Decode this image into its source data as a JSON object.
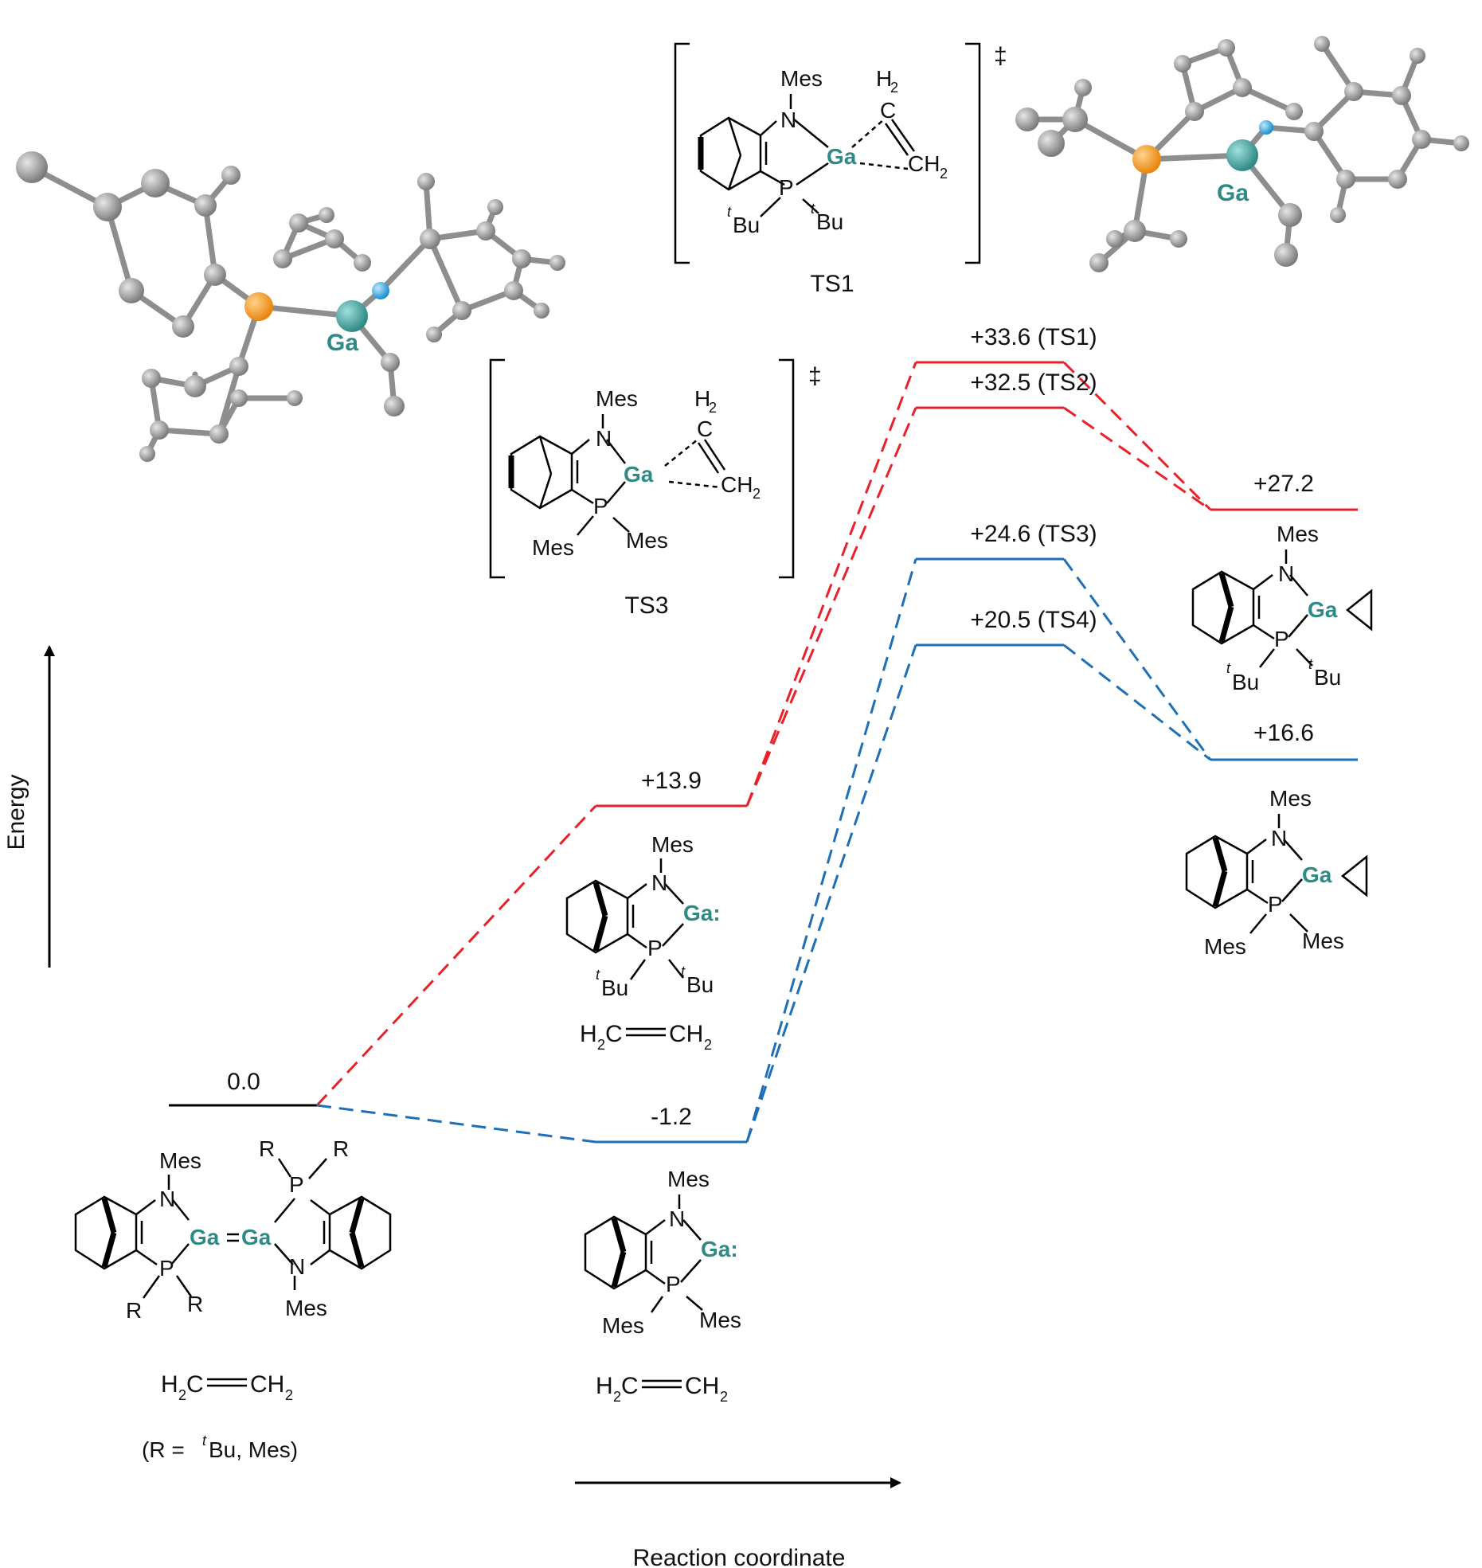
{
  "colors": {
    "red": "#e8212a",
    "blue": "#1f6fb7",
    "black": "#000000",
    "gallium": "#2f8a86",
    "phosphorus": "#f39c1b",
    "nitrogen": "#29a8e0",
    "carbon": "#9a9a9a"
  },
  "axes": {
    "y_label": "Energy",
    "x_label": "Reaction coordinate"
  },
  "levels": {
    "start": {
      "label": "0.0",
      "value": 0.0,
      "color": "black"
    },
    "red_int": {
      "label": "+13.9",
      "value": 13.9,
      "color": "red"
    },
    "blue_int": {
      "label": "-1.2",
      "value": -1.2,
      "color": "blue"
    },
    "ts1": {
      "label": "+33.6 (TS1)",
      "value": 33.6,
      "color": "red"
    },
    "ts2": {
      "label": "+32.5 (TS2)",
      "value": 32.5,
      "color": "red"
    },
    "ts3": {
      "label": "+24.6 (TS3)",
      "value": 24.6,
      "color": "blue"
    },
    "ts4": {
      "label": "+20.5 (TS4)",
      "value": 20.5,
      "color": "blue"
    },
    "red_prod": {
      "label": "+27.2",
      "value": 27.2,
      "color": "red"
    },
    "blue_prod": {
      "label": "+16.6",
      "value": 16.6,
      "color": "blue"
    }
  },
  "structures": {
    "ts1_title": "TS1",
    "ts3_title": "TS3",
    "dagger": "‡",
    "mes": "Mes",
    "n": "N",
    "p": "P",
    "ga": "Ga",
    "ga_colon": "Ga:",
    "r": "R",
    "c": "C",
    "h2": "H",
    "h_sub": "2",
    "ch2": "CH",
    "tbu_sup": "t",
    "tbu": "Bu",
    "ethylene_left": "H",
    "ethylene_mid": "C",
    "ethylene_right": "CH",
    "r_definition_prefix": "(R = ",
    "r_definition_sup": "t",
    "r_definition_suffix": "Bu, Mes)"
  }
}
